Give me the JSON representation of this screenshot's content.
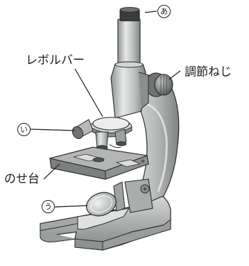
{
  "labels": {
    "revolver": "レボルバー",
    "focus_knob": "調節ねじ",
    "stage": "のせ台"
  },
  "markers": {
    "eyepiece": "あ",
    "objective": "い",
    "mirror": "う"
  },
  "colors": {
    "body_light": "#c7c9c8",
    "body_mid": "#9ea2a1",
    "body_dark": "#6c706f",
    "metal_light": "#e2e4e3",
    "line": "#1a1a1a"
  }
}
